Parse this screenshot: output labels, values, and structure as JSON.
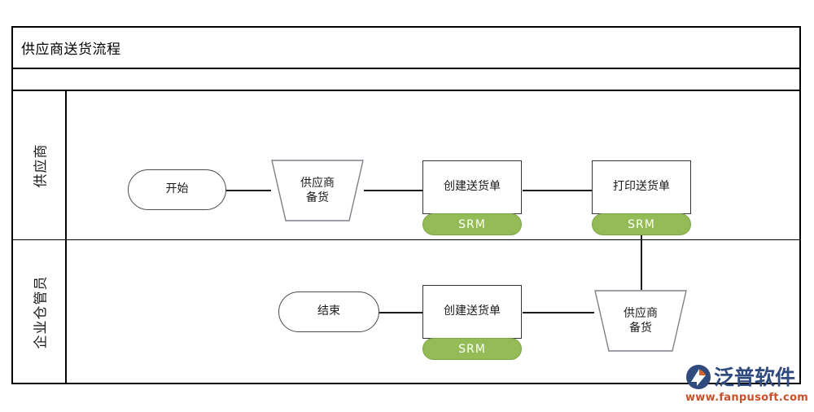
{
  "diagram": {
    "title": "供应商送货流程",
    "lanes": [
      {
        "id": "supplier",
        "label": "供应商",
        "nodes": [
          {
            "id": "start",
            "shape": "stadium",
            "label": "开始"
          },
          {
            "id": "prep-1",
            "shape": "trapezoid",
            "label_line1": "供应商",
            "label_line2": "备货"
          },
          {
            "id": "create-note-1",
            "shape": "box",
            "label": "创建送货单",
            "badge": "SRM"
          },
          {
            "id": "print-note",
            "shape": "box",
            "label": "打印送货单",
            "badge": "SRM"
          }
        ]
      },
      {
        "id": "warehouse",
        "label": "企业仓管员",
        "nodes": [
          {
            "id": "end",
            "shape": "stadium",
            "label": "结束"
          },
          {
            "id": "create-note-2",
            "shape": "box",
            "label": "创建送货单",
            "badge": "SRM"
          },
          {
            "id": "prep-2",
            "shape": "trapezoid",
            "label_line1": "供应商",
            "label_line2": "备货"
          }
        ]
      }
    ]
  },
  "logo": {
    "wordmark": "泛普软件",
    "url": "www.fanpusoft.com",
    "mark_name": "fanpu-swoosh-logo"
  },
  "colors": {
    "badge_fill": "#93bc56",
    "badge_text": "#ffffff",
    "frame": "#000000",
    "connector": "#1c1c1c",
    "logo_blue": "#2f4a7c",
    "logo_orange": "#c8502a"
  }
}
